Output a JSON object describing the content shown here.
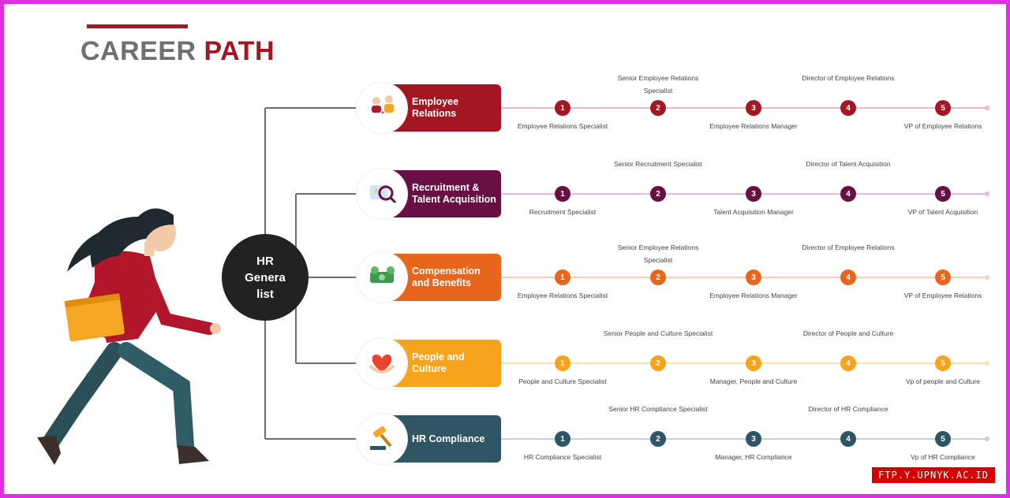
{
  "title": {
    "part1": "CAREER ",
    "part2": "PATH"
  },
  "hub": {
    "label": "HR Genera list"
  },
  "tracks": [
    {
      "name": "Employee Relations",
      "color": "#a51623",
      "line_color": "#f2b6c4",
      "icon": "people-relations-icon",
      "steps": [
        {
          "number": "1",
          "label": "Employee Relations Specialist"
        },
        {
          "number": "2",
          "label": "Senior Employee Relations Specialist"
        },
        {
          "number": "3",
          "label": "Employee Relations Manager"
        },
        {
          "number": "4",
          "label": "Director of Employee Relations"
        },
        {
          "number": "5",
          "label": "VP of Employee Relations"
        }
      ]
    },
    {
      "name": "Recruitment & Talent Acquisition",
      "color": "#6a0f44",
      "line_color": "#f2b6d8",
      "icon": "recruitment-search-icon",
      "steps": [
        {
          "number": "1",
          "label": "Recruitment Specialist"
        },
        {
          "number": "2",
          "label": "Senior Recruitment Specialist"
        },
        {
          "number": "3",
          "label": "Talent Acquisition Manager"
        },
        {
          "number": "4",
          "label": "Director of Talent Acquisition"
        },
        {
          "number": "5",
          "label": "VP of Talent Acquisition"
        }
      ]
    },
    {
      "name": "Compensation and Benefits",
      "color": "#e8661c",
      "line_color": "#f7cdb3",
      "icon": "money-cash-icon",
      "steps": [
        {
          "number": "1",
          "label": "Employee Relations Specialist"
        },
        {
          "number": "2",
          "label": "Senior Employee Relations Specialist"
        },
        {
          "number": "3",
          "label": "Employee Relations Manager"
        },
        {
          "number": "4",
          "label": "Director of Employee Relations"
        },
        {
          "number": "5",
          "label": "VP of Employee Relations"
        }
      ]
    },
    {
      "name": "People and Culture",
      "color": "#f7a31c",
      "line_color": "#fbe0b0",
      "icon": "heart-hands-icon",
      "steps": [
        {
          "number": "1",
          "label": "People and Culture Specialist"
        },
        {
          "number": "2",
          "label": "Senior People and Culture Specialist"
        },
        {
          "number": "3",
          "label": "Manager, People and Culture"
        },
        {
          "number": "4",
          "label": "Director of People and Culture"
        },
        {
          "number": "5",
          "label": "Vp of people and Culture"
        }
      ]
    },
    {
      "name": "HR Compliance",
      "color": "#2f5564",
      "line_color": "#c4d3d9",
      "icon": "gavel-icon",
      "steps": [
        {
          "number": "1",
          "label": "HR Compliance Specialist"
        },
        {
          "number": "2",
          "label": "Senior HR Compliance Specialist"
        },
        {
          "number": "3",
          "label": "Manager, HR Compliance"
        },
        {
          "number": "4",
          "label": "Director of HR Compliance"
        },
        {
          "number": "5",
          "label": "Vp of HR Compliance"
        }
      ]
    }
  ],
  "watermark": "FTP.Y.UPNYK.AC.ID"
}
